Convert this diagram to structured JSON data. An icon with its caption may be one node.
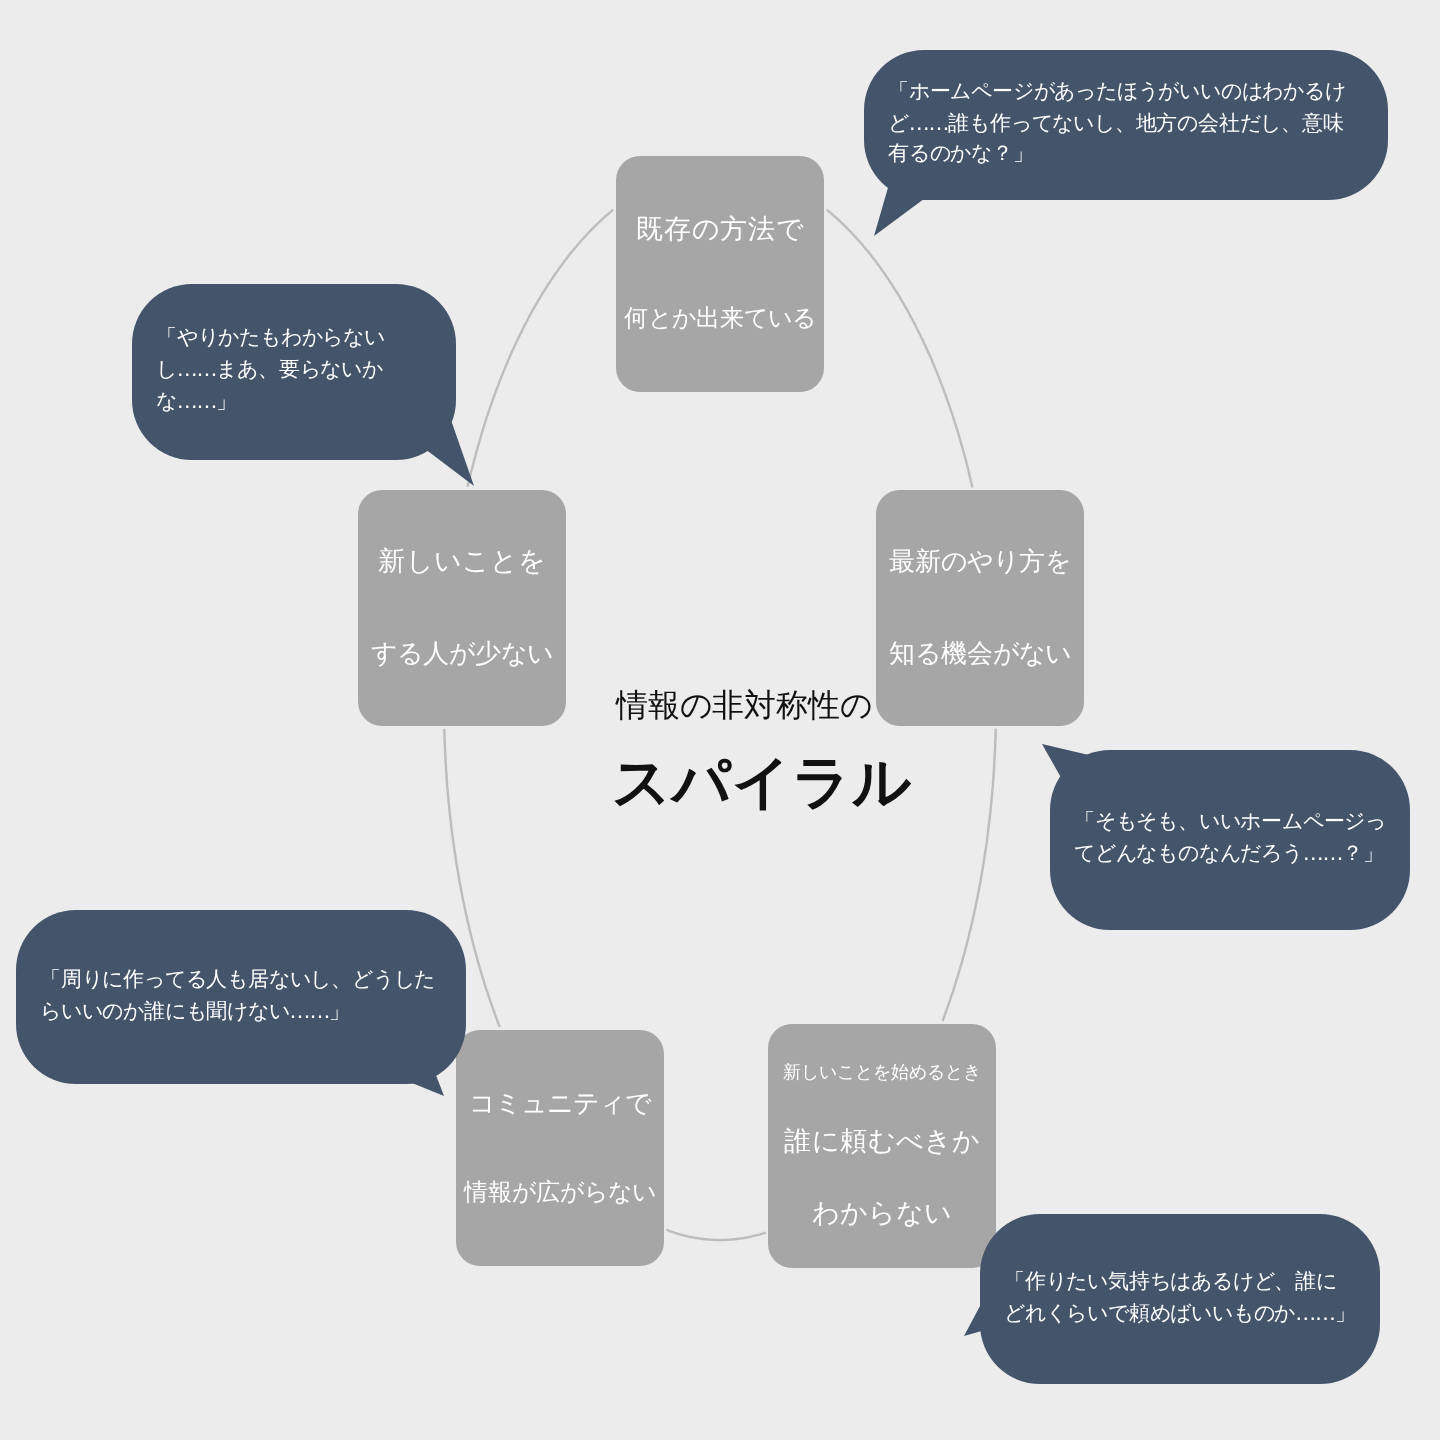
{
  "diagram": {
    "nodes": [
      {
        "text": [
          "既存の方法で",
          "何とか出来ている"
        ]
      },
      {
        "text": [
          "最新のやり方を",
          "知る機会がない"
        ]
      },
      {
        "text": [
          "新しいことを始めるとき",
          "誰に頼むべきか",
          "わからない"
        ]
      },
      {
        "text": [
          "コミュニティで",
          "情報が広がらない"
        ]
      },
      {
        "text": [
          "新しいことを",
          "する人が少ない"
        ]
      },
      {
        "text": [
          "「ホームページがあったほうがいいのはわかるけど……誰も作ってないし、地方の会社だし、意味有るのかな？」"
        ]
      },
      {
        "text": [
          "「そもそも、いいホームページってどんなものなんだろう……？」"
        ]
      },
      {
        "text": [
          "「作りたい気持ちはあるけど、誰にどれくらいで頼めばいいものか……」"
        ]
      },
      {
        "text": [
          "「周りに作ってる人も居ないし、どうしたらいいのか誰にも聞けない……」"
        ]
      },
      {
        "text": [
          "「やりかたもわからないし……まあ、要らないかな……」"
        ]
      }
    ],
    "edges": [
      {
        "from": 0,
        "to": 1,
        "arrow": "none"
      },
      {
        "from": 1,
        "to": 2,
        "arrow": "none"
      },
      {
        "from": 2,
        "to": 3,
        "arrow": "none"
      },
      {
        "from": 3,
        "to": 4,
        "arrow": "none"
      },
      {
        "from": 4,
        "to": 0,
        "arrow": "none"
      }
    ],
    "labels": [
      "情報の非対称性の",
      "スパイラル"
    ]
  }
}
